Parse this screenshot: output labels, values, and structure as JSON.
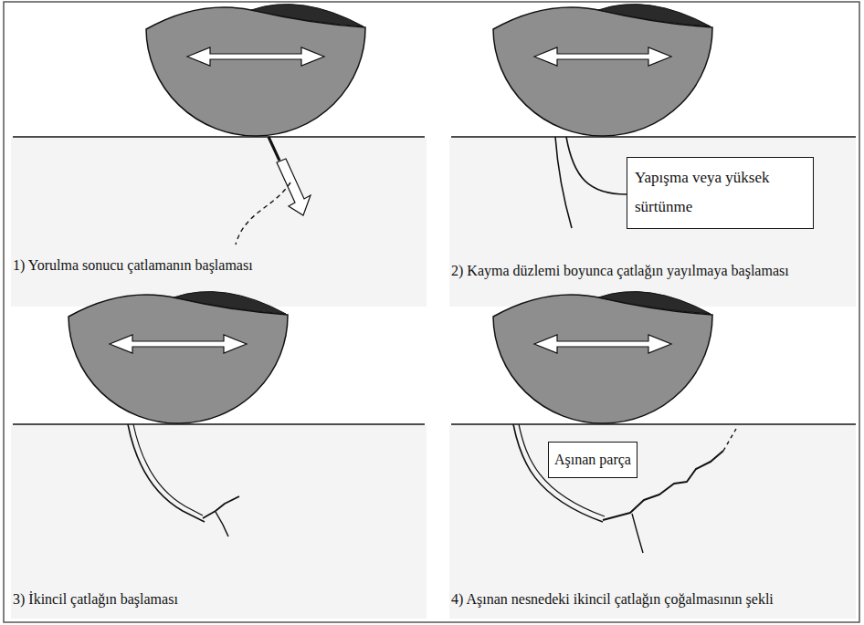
{
  "diagram": {
    "nodes": [
      {
        "text": [
          "Yapışma veya yüksek sürtünme"
        ]
      },
      {
        "text": [
          "Aşınan parça"
        ]
      }
    ],
    "labels": [
      "1) Yorulma sonucu çatlamanın başlaması",
      "2) Kayma düzlemi boyunca çatlağın yayılmaya başlaması",
      "3) İkincil çatlağın başlaması",
      "4) Aşınan nesnedeki ikincil çatlağın çoğalmasının şekli"
    ]
  }
}
